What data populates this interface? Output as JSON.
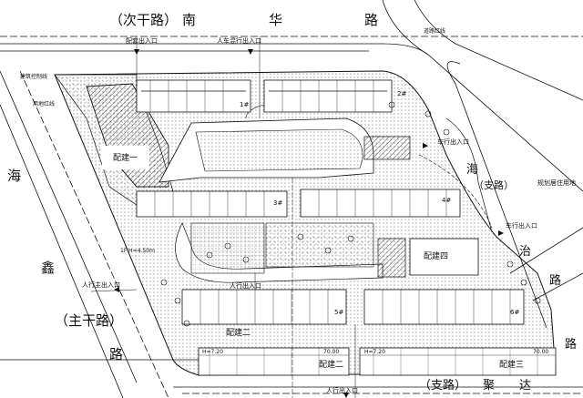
{
  "roads": {
    "top": {
      "ci": "（次干路）",
      "name1": "南",
      "name2": "华",
      "name3": "路"
    },
    "left": {
      "c1": "海",
      "c2": "鑫",
      "class": "（主干路）",
      "c3": "路"
    },
    "bottom": {
      "class": "（支路）",
      "c1": "聚",
      "c2": "达",
      "c3": "路"
    },
    "right": {
      "c1": "海",
      "class": "（支路）",
      "c2": "治",
      "c3": "路"
    }
  },
  "labels": {
    "delivery_entrance": "配套出入口",
    "vehicle_entrance_top": "人车混行出入口",
    "red_line_top": "道路红线",
    "building_line": "建筑控制线",
    "setback_line": "用地红线",
    "vehicle_entrance_right": "车行出入口",
    "vehicle_entrance_right2": "车行出入口",
    "planned_residential": "规划居住用地",
    "pedestrian_entrance_left": "人行主出入口",
    "pedestrian_entrance_bottom": "人行出入口",
    "pedestrian_entrance_mid": "人行出入口",
    "distribution1": "配建一",
    "distribution2": "配建二",
    "distribution3": "配建三",
    "distribution_main": "配建四",
    "bldg1": "1#",
    "bldg2": "2#",
    "bldg3": "3#",
    "bldg4": "4#",
    "bldg5": "5#",
    "bldg6": "6#",
    "floor_note": "1F H=4.50m",
    "elev_a": "H=7.20",
    "elev_b": "H=7.20",
    "elev_c": "70.00",
    "elev_d": "70.00"
  },
  "colors": {
    "line": "#111111",
    "background": "#ffffff"
  }
}
